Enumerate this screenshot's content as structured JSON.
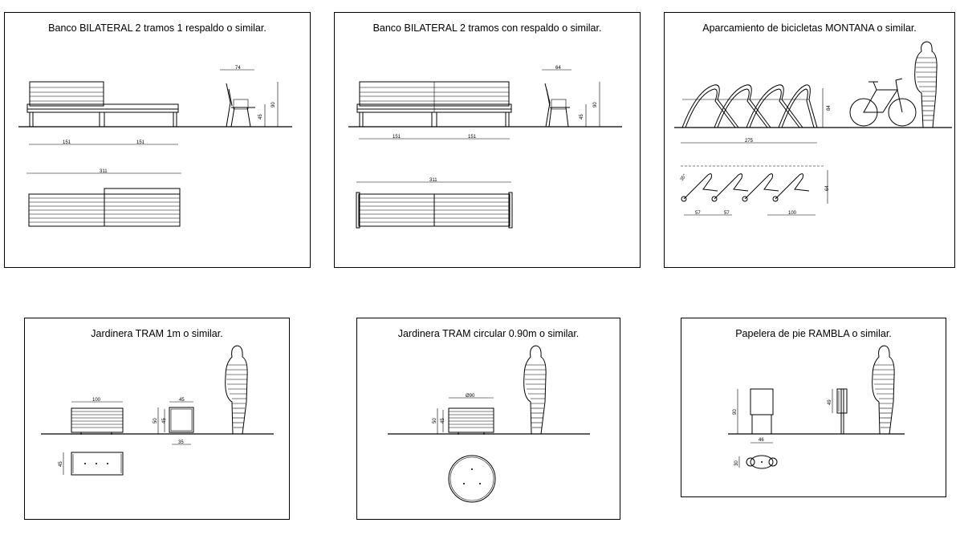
{
  "panels": [
    {
      "title": "Banco BILATERAL 2 tramos 1 respaldo o similar.",
      "dims": {
        "top_width": "74",
        "height_total": "90",
        "height_seat": "45",
        "seg_left": "151",
        "seg_right": "151",
        "total": "311"
      }
    },
    {
      "title": "Banco BILATERAL 2 tramos con respaldo o similar.",
      "dims": {
        "top_width": "64",
        "height_total": "90",
        "height_seat": "45",
        "seg_left": "151",
        "seg_right": "151",
        "total": "311"
      }
    },
    {
      "title": "Aparcamiento de bicicletas MONTANA o similar.",
      "dims": {
        "height": "84",
        "length": "275",
        "angle": "35°",
        "plan_height": "64",
        "gap_a": "57",
        "gap_b": "57",
        "gap_c": "100"
      }
    },
    {
      "title": "Jardinera TRAM 1m o similar.",
      "dims": {
        "width": "100",
        "side_width": "45",
        "height_outer": "50",
        "height_inner": "45",
        "base": "35",
        "plan_depth": "45"
      }
    },
    {
      "title": "Jardinera TRAM circular 0.90m o similar.",
      "dims": {
        "diameter": "Ø90",
        "height_outer": "50",
        "height_inner": "45"
      }
    },
    {
      "title": "Papelera de pie RAMBLA o similar.",
      "dims": {
        "height": "90",
        "side_height": "49",
        "width": "46",
        "plan_depth": "30"
      }
    }
  ],
  "colors": {
    "line": "#000000",
    "background": "#ffffff"
  }
}
